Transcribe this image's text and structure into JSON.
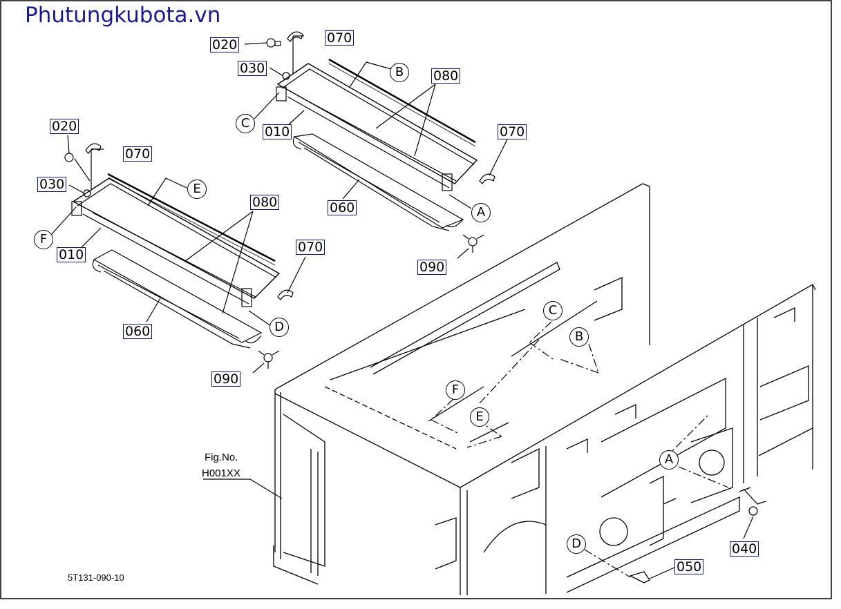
{
  "brand": "Phutungkubota.vn",
  "doc_id": "5T131-090-10",
  "fig_label": "Fig.No.",
  "fig_number": "H001XX",
  "parts": [
    {
      "code": "020"
    },
    {
      "code": "070"
    },
    {
      "code": "030"
    },
    {
      "code": "080"
    },
    {
      "code": "010"
    },
    {
      "code": "070"
    },
    {
      "code": "060"
    },
    {
      "code": "090"
    },
    {
      "code": "020"
    },
    {
      "code": "070"
    },
    {
      "code": "030"
    },
    {
      "code": "080"
    },
    {
      "code": "010"
    },
    {
      "code": "070"
    },
    {
      "code": "060"
    },
    {
      "code": "090"
    },
    {
      "code": "040"
    },
    {
      "code": "050"
    }
  ],
  "refs": [
    "B",
    "C",
    "A",
    "E",
    "F",
    "D",
    "C",
    "B",
    "F",
    "E",
    "A",
    "D"
  ]
}
